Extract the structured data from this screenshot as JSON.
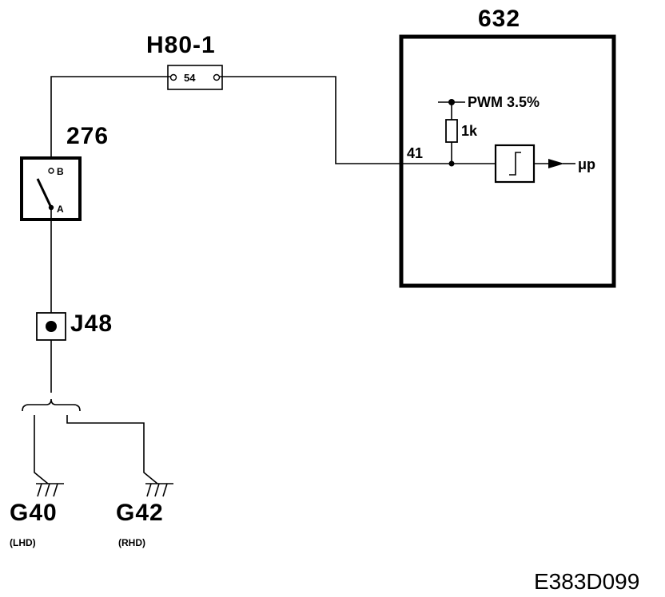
{
  "diagram": {
    "connector": {
      "label": "H80-1",
      "pin": "54"
    },
    "module": {
      "label": "632",
      "pin": "41",
      "pullup_label": "PWM 3.5%",
      "resistor_label": "1k",
      "output_label": "μp"
    },
    "switch": {
      "label": "276",
      "pin_b": "B",
      "pin_a": "A"
    },
    "splice": {
      "label": "J48"
    },
    "grounds": [
      {
        "label": "G40",
        "note": "(LHD)"
      },
      {
        "label": "G42",
        "note": "(RHD)"
      }
    ],
    "figure_id": "E383D099"
  }
}
